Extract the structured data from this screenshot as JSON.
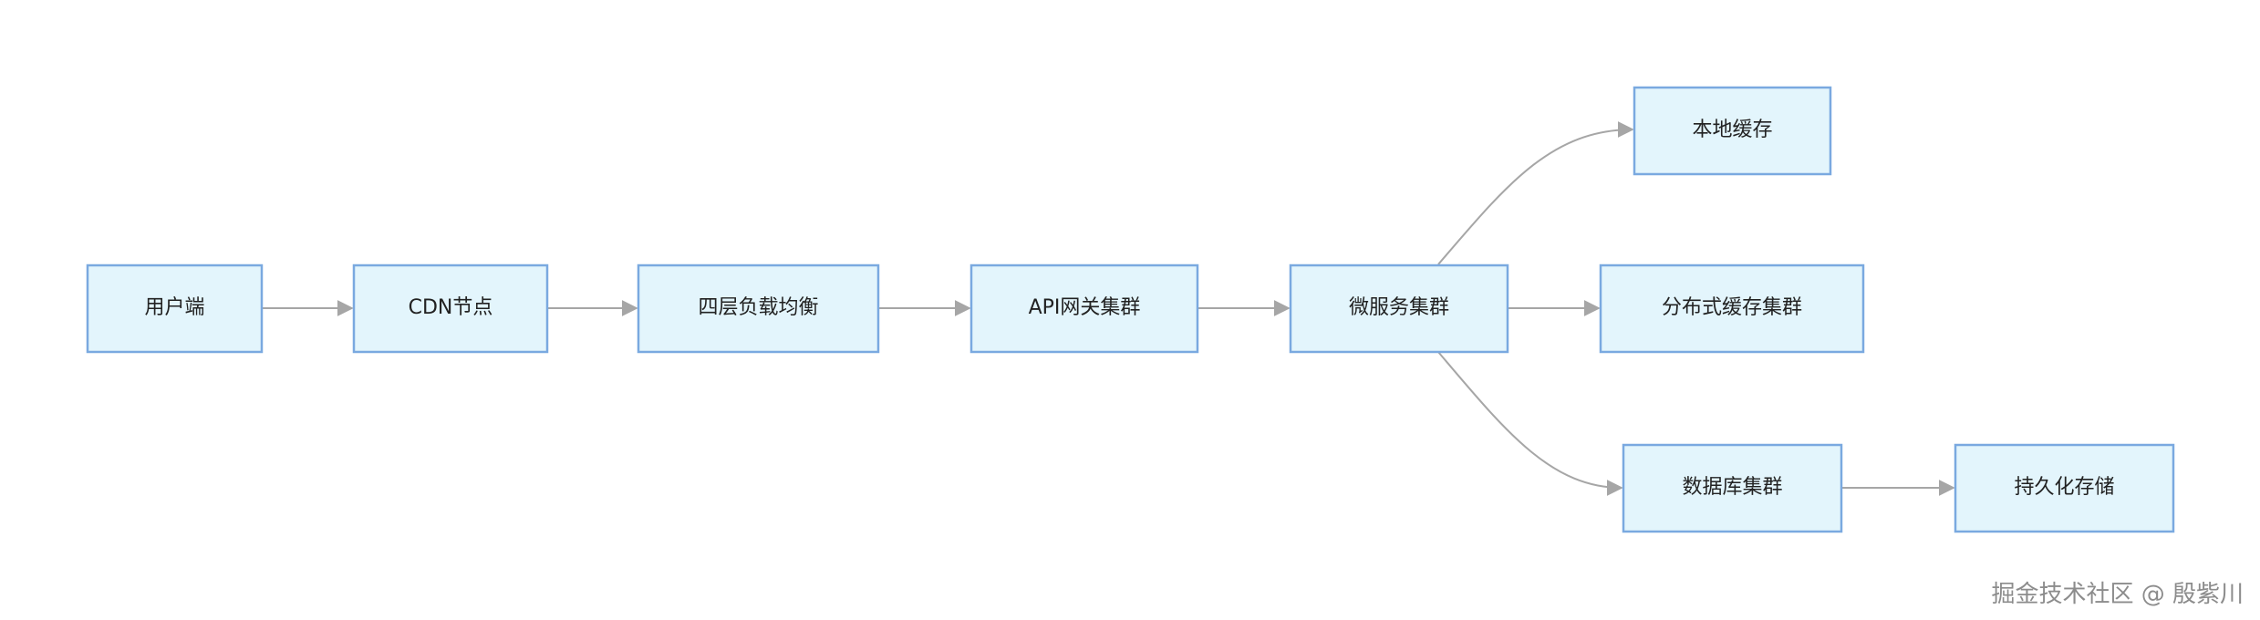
{
  "diagram": {
    "nodes": [
      {
        "id": "client",
        "label": "用户端"
      },
      {
        "id": "cdn",
        "label": "CDN节点"
      },
      {
        "id": "l4lb",
        "label": "四层负载均衡"
      },
      {
        "id": "gateway",
        "label": "API网关集群"
      },
      {
        "id": "micro",
        "label": "微服务集群"
      },
      {
        "id": "localcache",
        "label": "本地缓存"
      },
      {
        "id": "distcache",
        "label": "分布式缓存集群"
      },
      {
        "id": "db",
        "label": "数据库集群"
      },
      {
        "id": "storage",
        "label": "持久化存储"
      }
    ],
    "edges": [
      {
        "from": "client",
        "to": "cdn"
      },
      {
        "from": "cdn",
        "to": "l4lb"
      },
      {
        "from": "l4lb",
        "to": "gateway"
      },
      {
        "from": "gateway",
        "to": "micro"
      },
      {
        "from": "micro",
        "to": "localcache"
      },
      {
        "from": "micro",
        "to": "distcache"
      },
      {
        "from": "micro",
        "to": "db"
      },
      {
        "from": "db",
        "to": "storage"
      }
    ],
    "colors": {
      "node_fill": "#e3f5fc",
      "node_stroke": "#7aa9e0",
      "edge": "#a6a6a6"
    }
  },
  "watermark": "掘金技术社区 @ 殷紫川"
}
